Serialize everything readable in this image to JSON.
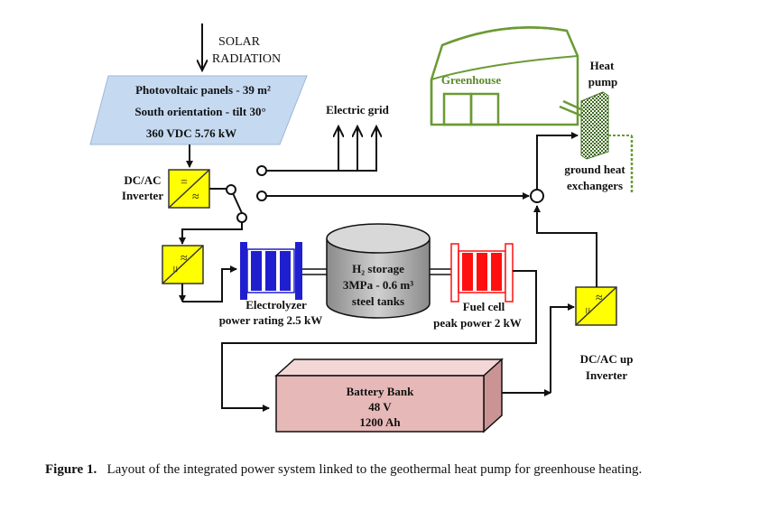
{
  "solar": {
    "line1": "SOLAR",
    "line2": "RADIATION"
  },
  "pv_panel": {
    "line1": "Photovoltaic panels - 39 m²",
    "line2": "South orientation - tilt 30°",
    "line3": "360 VDC 5.76 kW"
  },
  "grid": {
    "label": "Electric grid"
  },
  "greenhouse": {
    "label": "Greenhouse"
  },
  "heat_pump": {
    "line1": "Heat",
    "line2": "pump"
  },
  "ground_hx": {
    "line1": "ground heat",
    "line2": "exchangers"
  },
  "inverter": {
    "line1": "DC/AC",
    "line2": "Inverter"
  },
  "inverter_symbol": {
    "top": "=",
    "bottom": "≈"
  },
  "electrolyzer": {
    "line1": "Electrolyzer",
    "line2": "power rating 2.5 kW"
  },
  "h2_storage": {
    "line1": "H₂ storage",
    "line2": "3MPa - 0.6 m³",
    "line3": "steel tanks"
  },
  "fuel_cell": {
    "line1": "Fuel cell",
    "line2": "peak power 2 kW"
  },
  "battery": {
    "line1": "Battery Bank",
    "line2": "48 V",
    "line3": "1200 Ah"
  },
  "up_inverter": {
    "line1": "DC/AC up",
    "line2": "Inverter"
  },
  "caption": {
    "label": "Figure 1.",
    "text": "Layout of the integrated power system linked to the geothermal heat pump for greenhouse heating."
  },
  "colors": {
    "pv_fill": "#c5d9f1",
    "converter_fill": "#ffff00",
    "electrolyzer_blue": "#1f1fd0",
    "fuel_cell_red": "#ff1010",
    "battery_fill": "#e6b9b8",
    "greenhouse_green": "#6b9a34",
    "tank_fill": "#b0b0b0"
  }
}
